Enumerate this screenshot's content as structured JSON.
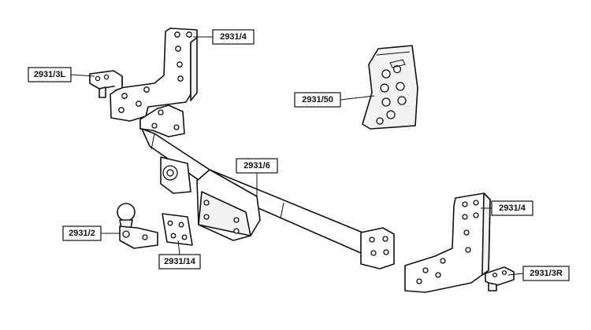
{
  "labels": {
    "bracket_left_upper": "2931/4",
    "bracket_left_small": "2931/3L",
    "fixing_kit": "2931/50",
    "crossbar": "2931/6",
    "bracket_right": "2931/4",
    "bracket_right_small": "2931/3R",
    "towball": "2931/2",
    "spacer_plate": "2931/14"
  },
  "colors": {
    "line": "#111111",
    "fill": "#ffffff"
  }
}
